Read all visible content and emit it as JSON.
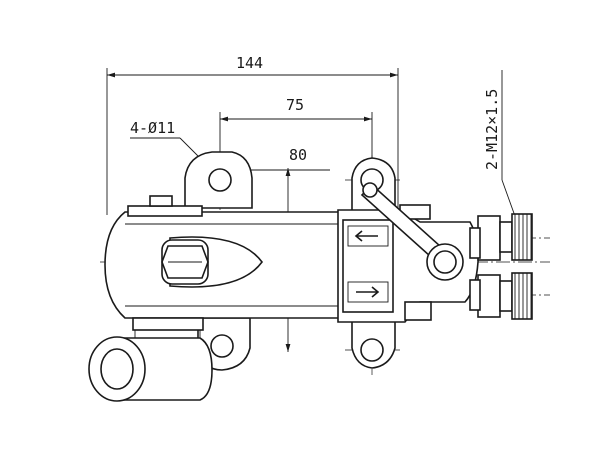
{
  "dimensions": {
    "overall_width": "144",
    "hole_spacing": "75",
    "offset": "80",
    "holes_callout": "4-Ø11",
    "thread_callout": "2-M12×1.5"
  }
}
